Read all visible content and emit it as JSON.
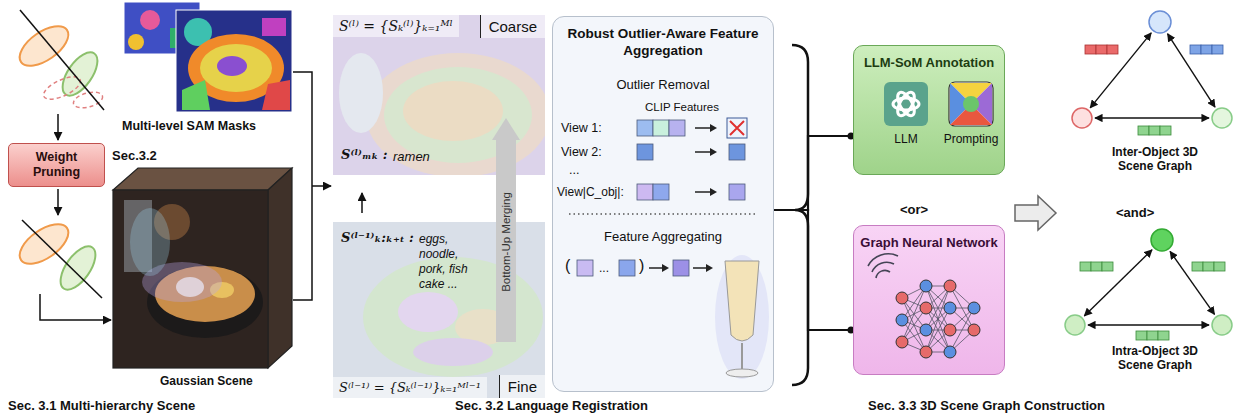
{
  "diagram": {
    "nodes": [
      {
        "text": [
          "Weight Pruning"
        ]
      },
      {
        "text": [
          "S⁽ˡ⁾ = {Sₖ⁽ˡ⁾}ₖ₌₁ᴹˡ",
          "Coarse",
          "S⁽ˡ⁾ₘₖ :",
          "ramen"
        ]
      },
      {
        "text": [
          "Bottom-Up Merging"
        ]
      },
      {
        "text": [
          "S⁽ˡ⁻¹⁾ₖ:ₖ₊ₜ :",
          "eggs, noodle, pork, fish cake ...",
          "S⁽ˡ⁻¹⁾ = {Sₖ⁽ˡ⁻¹⁾}ₖ₌₁ᴹˡ⁻¹",
          "Fine"
        ]
      },
      {
        "text": [
          "Robust Outlier-Aware Feature Aggregation",
          "Outlier Removal",
          "CLIP Features",
          "View 1:",
          "View 2:",
          "...",
          "View|C_obj|:",
          "Feature Aggregating",
          "(",
          "...",
          ")"
        ]
      },
      {
        "text": [
          "LLM-SoM Annotation",
          "LLM",
          "Prompting"
        ]
      },
      {
        "text": [
          "Graph Neural Network"
        ]
      }
    ],
    "edges": [
      {
        "from": 4,
        "to": 5,
        "arrow": "none"
      },
      {
        "from": 4,
        "to": 6,
        "arrow": "none"
      }
    ],
    "labels": [
      "Multi-level SAM Masks",
      "Sec.3.2",
      "Gaussian Scene",
      "Sec. 3.1 Multi-hierarchy Scene",
      "Sec. 3.2 Language Registration",
      "<or>",
      "Inter-Object 3D Scene Graph",
      "<and>",
      "Intra-Object 3D Scene Graph",
      "Sec. 3.3 3D Scene Graph Construction"
    ]
  }
}
